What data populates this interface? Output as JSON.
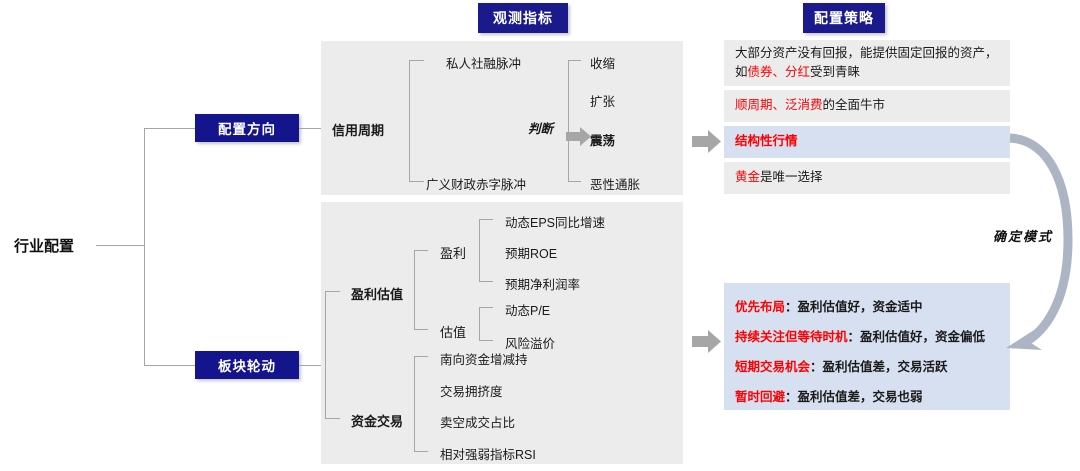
{
  "root": {
    "label": "行业配置"
  },
  "columns": {
    "observation_header": "观测指标",
    "strategy_header": "配置策略"
  },
  "branches": [
    {
      "node": "配置方向"
    },
    {
      "node": "板块轮动"
    }
  ],
  "credit_cycle": {
    "title": "信用周期",
    "indicators": [
      "私人社融脉冲",
      "广义财政赤字脉冲"
    ],
    "judge_label": "判断",
    "states": [
      "收缩",
      "扩张",
      "震荡",
      "恶性通胀"
    ],
    "highlighted_state": "震荡"
  },
  "valuation": {
    "title": "盈利估值",
    "groups": [
      {
        "name": "盈利",
        "items": [
          "动态EPS同比增速",
          "预期ROE",
          "预期净利润率"
        ]
      },
      {
        "name": "估值",
        "items": [
          "动态P/E",
          "风险溢价"
        ]
      }
    ]
  },
  "capital_trading": {
    "title": "资金交易",
    "items": [
      "南向资金增减持",
      "交易拥挤度",
      "卖空成交占比",
      "相对强弱指标RSI"
    ]
  },
  "allocation_strategies": [
    {
      "highlight": false,
      "lines": [
        [
          {
            "t": "大部分资产没有回报，能提供固定回报的资产，",
            "c": "black"
          }
        ],
        [
          {
            "t": "如",
            "c": "black"
          },
          {
            "t": "债券、分红",
            "c": "red"
          },
          {
            "t": "受到青睐",
            "c": "black"
          }
        ]
      ]
    },
    {
      "highlight": false,
      "lines": [
        [
          {
            "t": "顺周期、泛消费",
            "c": "red"
          },
          {
            "t": "的全面牛市",
            "c": "black"
          }
        ]
      ]
    },
    {
      "highlight": true,
      "lines": [
        [
          {
            "t": "结构性行情",
            "c": "red-bold"
          }
        ]
      ]
    },
    {
      "highlight": false,
      "lines": [
        [
          {
            "t": "黄金",
            "c": "red"
          },
          {
            "t": "是唯一选择",
            "c": "black"
          }
        ]
      ]
    }
  ],
  "rotation_strategies": [
    {
      "tag": "优先布局",
      "desc": "：盈利估值好，资金适中"
    },
    {
      "tag": "持续关注但等待时机",
      "desc": "：盈利估值好，资金偏低"
    },
    {
      "tag": "短期交易机会",
      "desc": "：盈利估值差，交易活跃"
    },
    {
      "tag": "暂时回避",
      "desc": "：盈利估值差，交易也弱"
    }
  ],
  "feedback_arrow": {
    "label": "确定模式"
  },
  "colors": {
    "brand_blue": "#14148c",
    "panel_grey": "#ececec",
    "highlight_blue": "#d6e0f0",
    "accent_red": "#ff0000",
    "line_grey": "#a6a6a6",
    "arrow_grey": "#a6a6a6"
  }
}
